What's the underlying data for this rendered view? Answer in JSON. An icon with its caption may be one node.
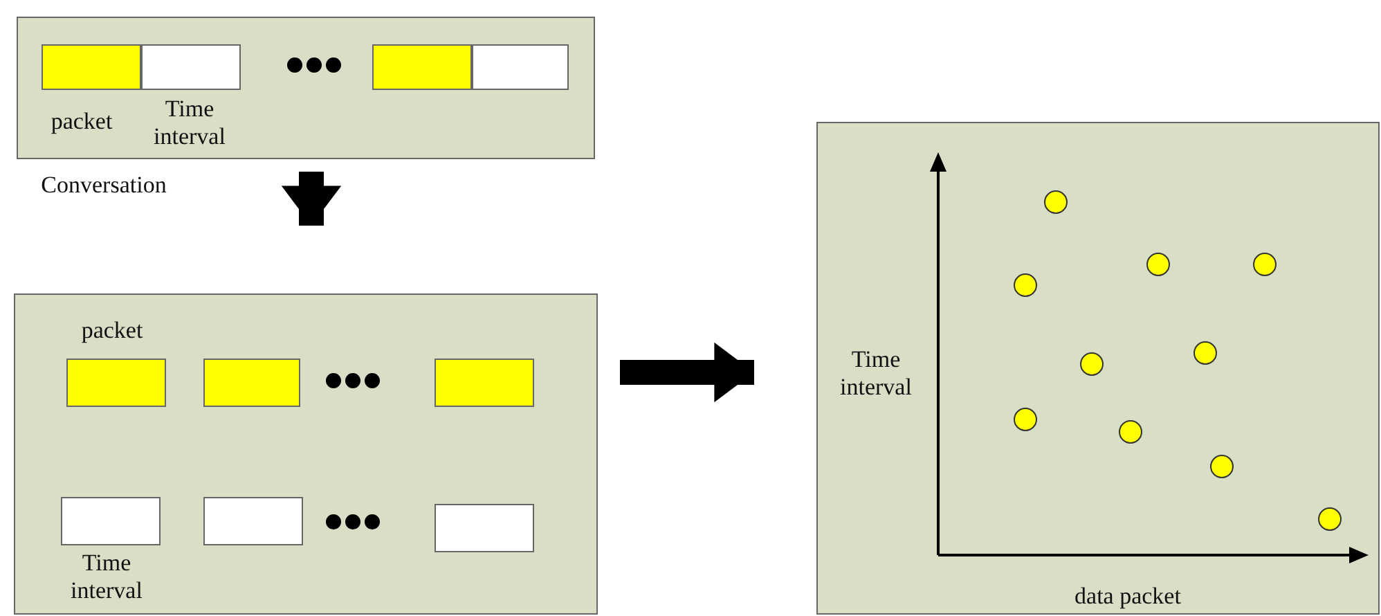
{
  "diagram": {
    "nodes": [
      {
        "text": [],
        "shape": "box",
        "beside": [
          "Conversation"
        ]
      },
      {
        "text": [],
        "shape": "box",
        "in": 0,
        "beside": [
          "packet"
        ]
      },
      {
        "text": [],
        "shape": "box",
        "in": 0,
        "beside": [
          "Time interval"
        ]
      },
      {
        "text": [],
        "shape": "box",
        "in": 0
      },
      {
        "text": [],
        "shape": "box",
        "in": 0
      },
      {
        "text": [],
        "shape": "box"
      },
      {
        "text": [],
        "shape": "box",
        "in": 5,
        "beside": [
          "packet"
        ]
      },
      {
        "text": [],
        "shape": "box",
        "in": 5
      },
      {
        "text": [],
        "shape": "box",
        "in": 5
      },
      {
        "text": [],
        "shape": "box",
        "in": 5,
        "beside": [
          "Time interval"
        ]
      },
      {
        "text": [],
        "shape": "box",
        "in": 5
      },
      {
        "text": [],
        "shape": "box",
        "in": 5
      },
      {
        "text": [],
        "shape": "box"
      }
    ],
    "edges": [
      {
        "from": 0,
        "to": 5,
        "arrow": "to"
      },
      {
        "from": 5,
        "to": 12,
        "arrow": "to"
      }
    ],
    "labels": [
      "Time interval",
      "data packet"
    ]
  }
}
